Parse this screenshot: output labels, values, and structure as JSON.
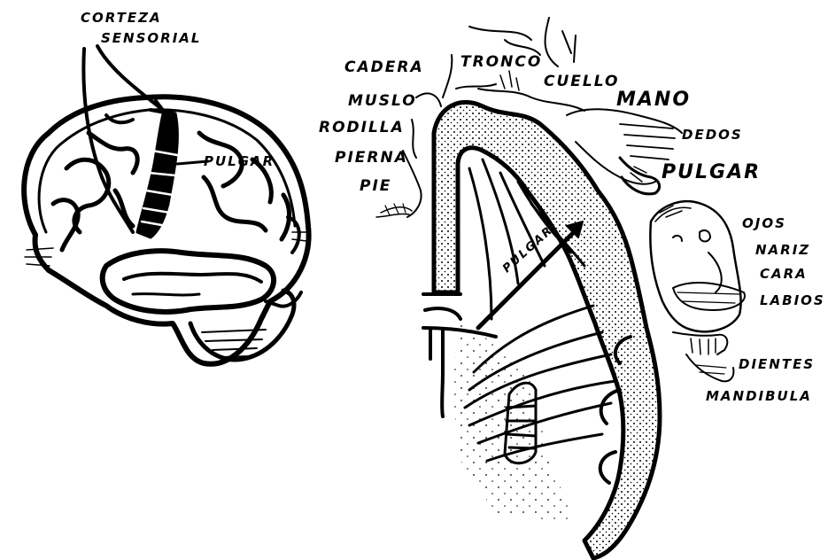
{
  "labels": {
    "corteza": "CORTEZA",
    "sensorial": "SENSORIAL",
    "pulgar_left": "PULGAR",
    "cadera": "CADERA",
    "tronco": "TRONCO",
    "muslo": "MUSLO",
    "cuello": "CUELLO",
    "mano": "MANO",
    "rodilla": "RODILLA",
    "dedos": "DEDOS",
    "pierna": "PIERNA",
    "pie": "PIE",
    "pulgar_right": "PULGAR",
    "ojos": "OJOS",
    "nariz": "NARIZ",
    "cara": "CARA",
    "labios": "LABIOS",
    "dientes": "DIENTES",
    "mandibula": "MANDIBULA",
    "pulgar_arrow": "PULGAR"
  }
}
